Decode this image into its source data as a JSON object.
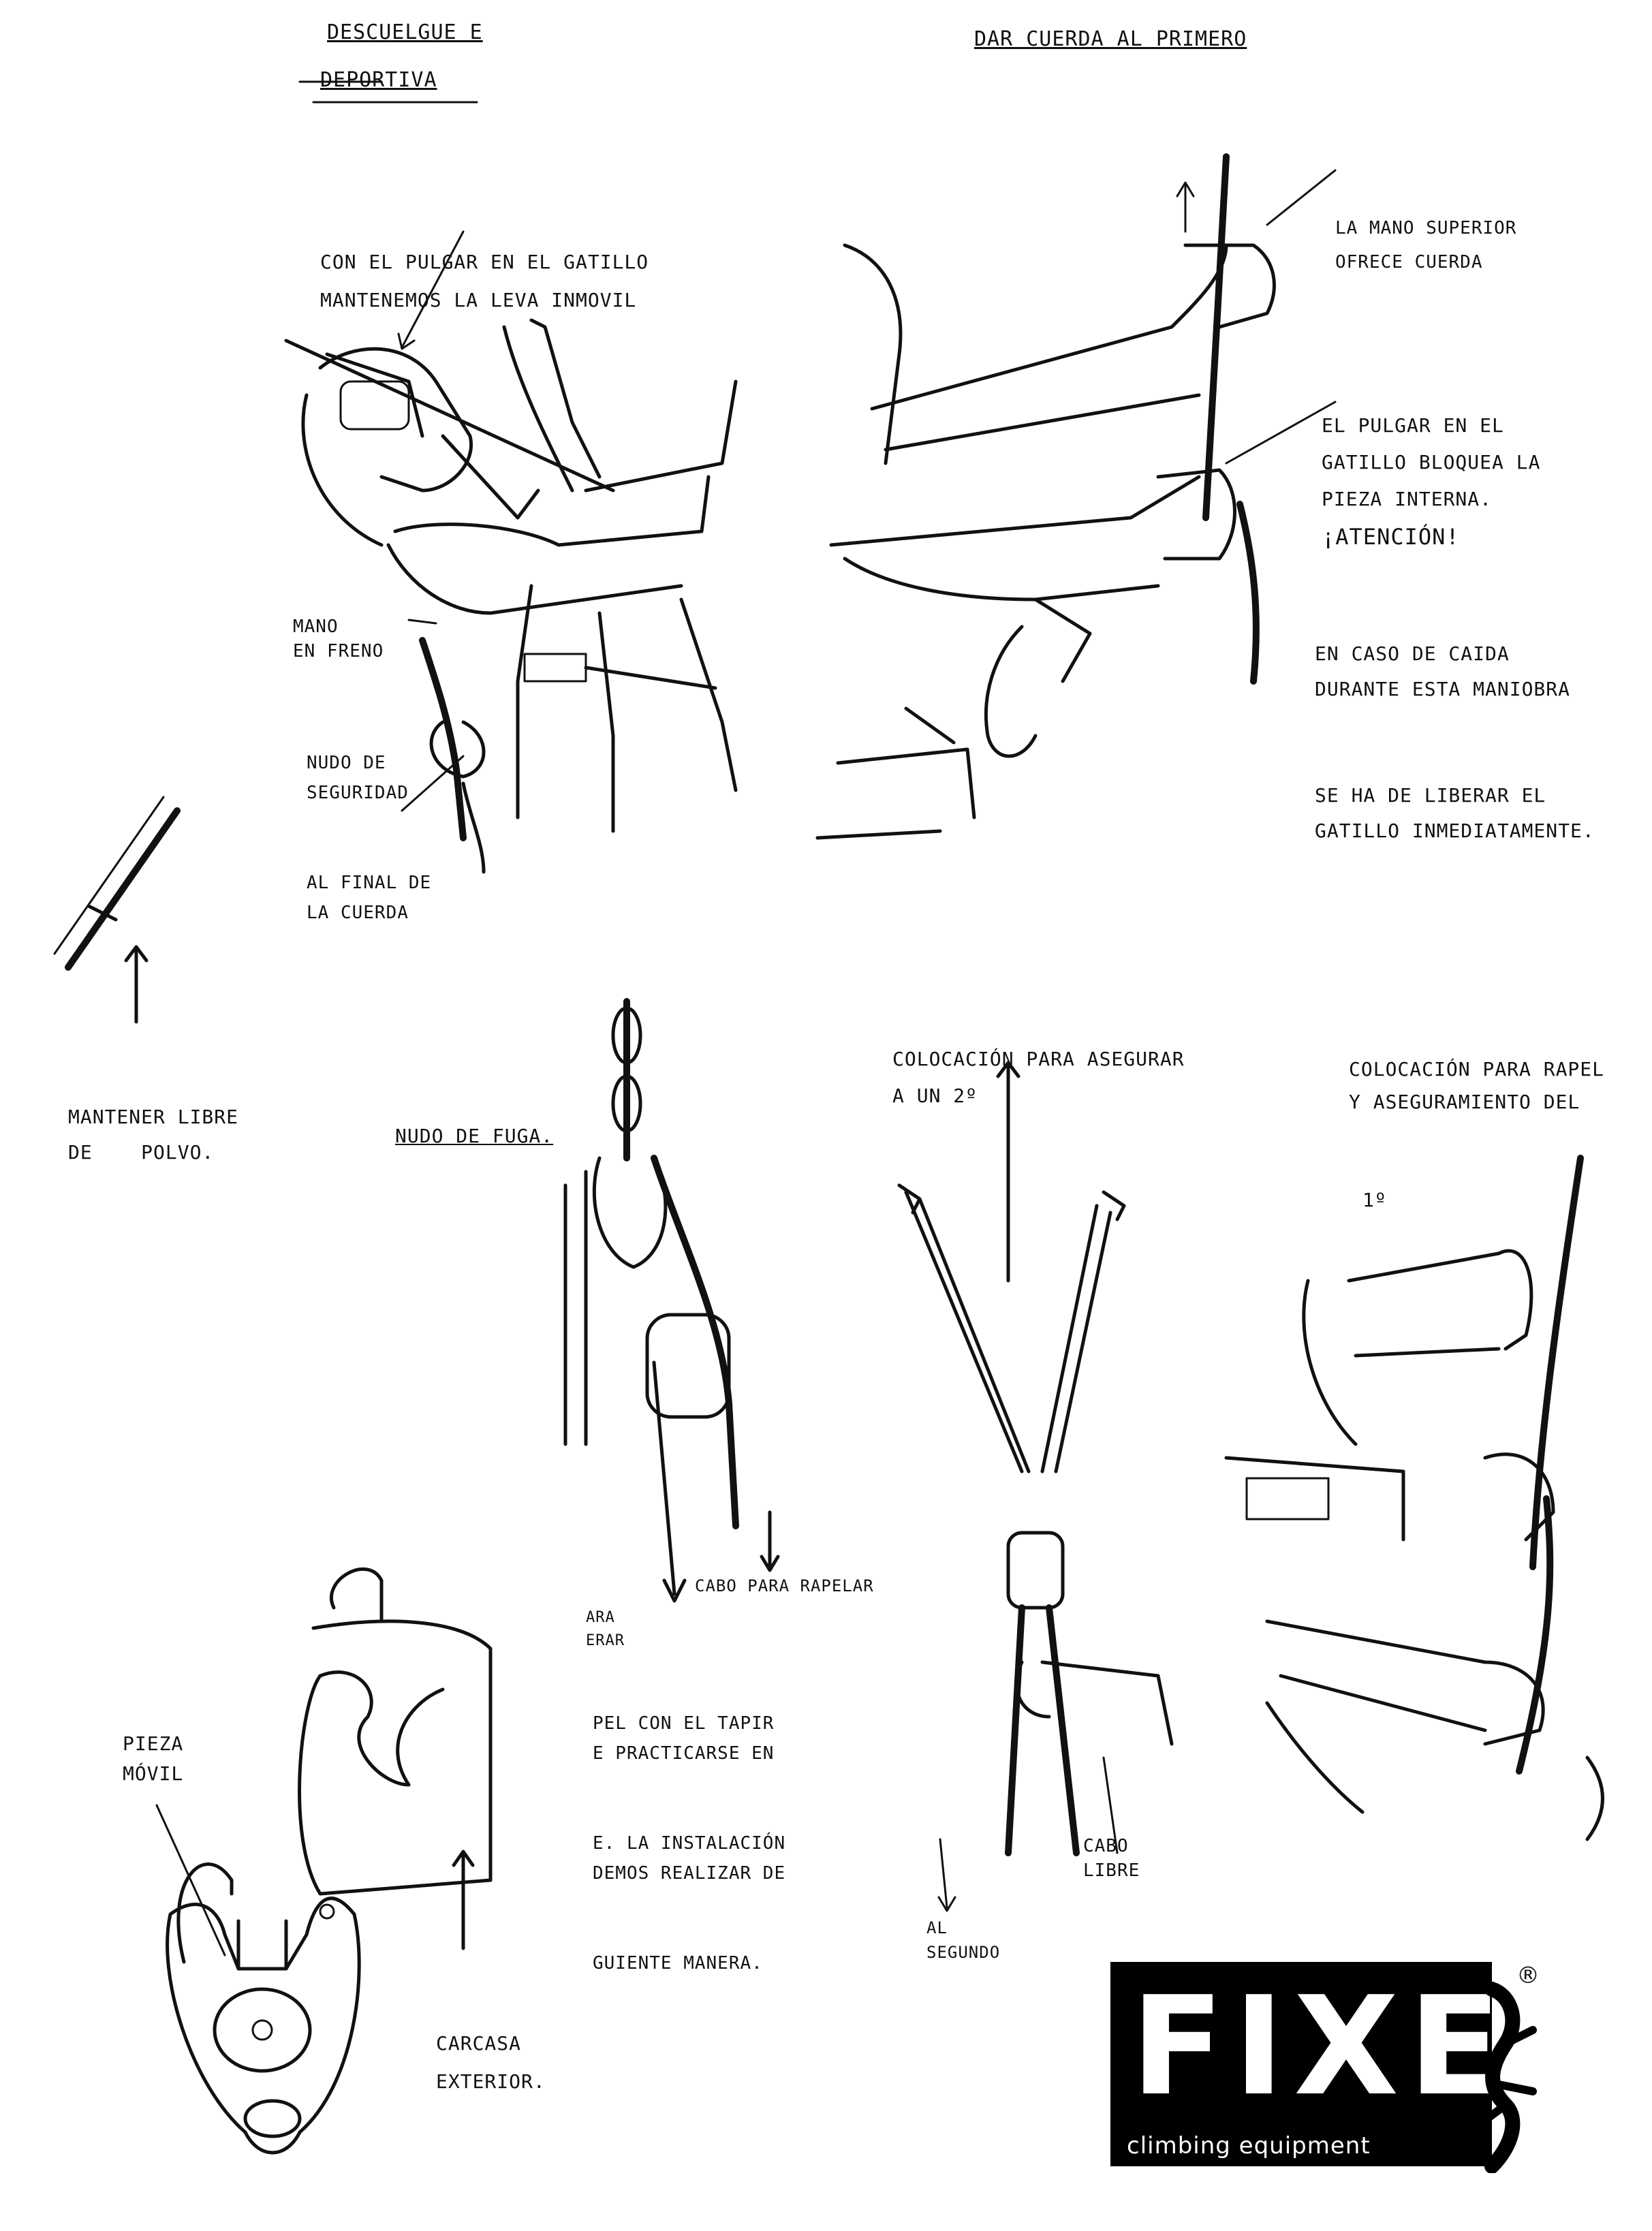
{
  "titles": {
    "left_line1": "DESCUELGUE E",
    "left_line2": "DEPORTIVA",
    "right": "DAR CUERDA AL PRIMERO"
  },
  "labels": {
    "thumb_cam": [
      "CON EL PULGAR EN EL GATILLO",
      "MANTENEMOS LA LEVA INMOVIL"
    ],
    "brake_hand": [
      "MANO",
      "EN FRENO"
    ],
    "safety_knot": [
      "NUDO DE",
      "SEGURIDAD",
      "AL FINAL DE",
      "LA CUERDA"
    ],
    "keep_clean": [
      "MANTENER LIBRE",
      "DE    POLVO."
    ],
    "upper_hand": [
      "LA MANO SUPERIOR",
      "OFRECE CUERDA"
    ],
    "thumb_block": [
      "EL PULGAR EN EL",
      "GATILLO BLOQUEA LA",
      "PIEZA INTERNA."
    ],
    "attention_title": "¡ATENCIÓN!",
    "attention_body": [
      "EN CASO DE CAIDA",
      "DURANTE ESTA MANIOBRA",
      "SE HA DE LIBERAR EL",
      "GATILLO INMEDIATAMENTE."
    ],
    "escape_knot": "NUDO DE FUGA.",
    "rappel_rope": "CABO PARA RAPELAR",
    "cut_left": [
      "ARA",
      "ERAR"
    ],
    "tapir_text": [
      "PEL CON EL TAPIR",
      "E PRACTICARSE EN",
      "E. LA INSTALACIÓN",
      "DEMOS REALIZAR DE",
      "GUIENTE MANERA."
    ],
    "belay_second": [
      "COLOCACIÓN PARA ASEGURAR",
      "A UN 2º"
    ],
    "free_end": [
      "CABO",
      "LIBRE"
    ],
    "to_second": [
      "AL",
      "SEGUNDO"
    ],
    "rappel_first": [
      "COLOCACIÓN PARA RAPEL",
      "Y ASEGURAMIENTO DEL",
      "1º"
    ],
    "moving_part": [
      "PIEZA",
      "MÓVIL"
    ],
    "outer_case": [
      "CARCASA",
      "EXTERIOR."
    ]
  },
  "logo": {
    "word": "FIXE",
    "tagline": "climbing equipment",
    "reg": "®"
  }
}
